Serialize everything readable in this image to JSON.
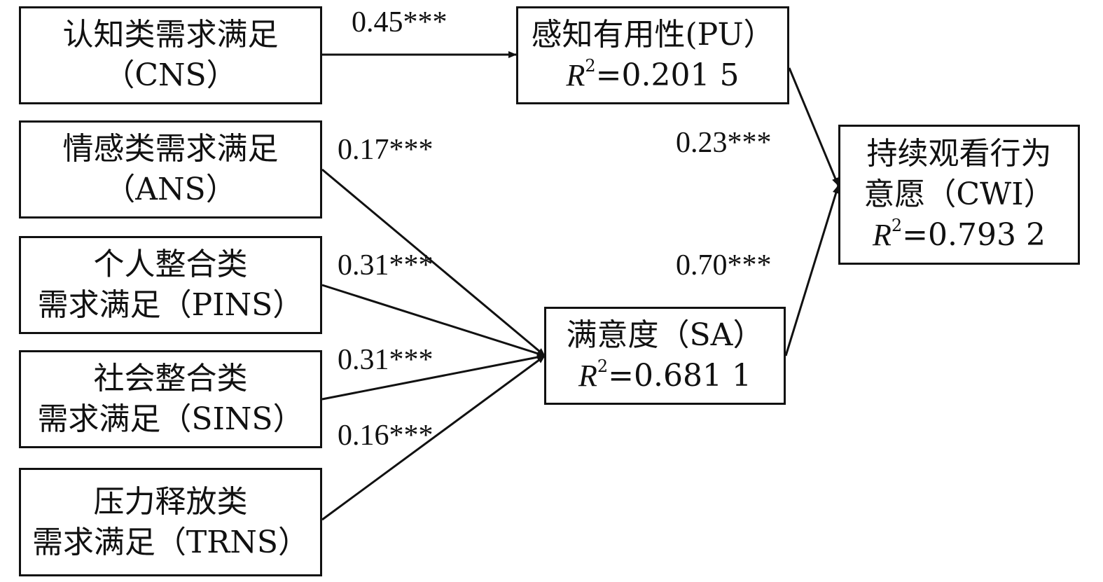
{
  "nodes": {
    "cns": {
      "line1": "认知类需求满足",
      "line2": "（CNS）"
    },
    "ans": {
      "line1": "情感类需求满足",
      "line2": "（ANS）"
    },
    "pins": {
      "line1": "个人整合类",
      "line2": "需求满足（PINS）"
    },
    "sins": {
      "line1": "社会整合类",
      "line2": "需求满足（SINS）"
    },
    "trns": {
      "line1": "压力释放类",
      "line2": "需求满足（TRNS）"
    },
    "pu": {
      "line1": "感知有用性(PU）",
      "r2_symbol": "R",
      "r2_sup": "2",
      "r2_value": "=0.201 5"
    },
    "sa": {
      "line1": "满意度（SA）",
      "r2_symbol": "R",
      "r2_sup": "2",
      "r2_value": "=0.681 1"
    },
    "cwi": {
      "line1": "持续观看行为",
      "line2": "意愿（CWI）",
      "r2_symbol": "R",
      "r2_sup": "2",
      "r2_value": "=0.793 2"
    }
  },
  "paths": {
    "cns_pu": "0.45***",
    "ans_sa": "0.17***",
    "pins_sa": "0.31***",
    "sins_sa": "0.31***",
    "trns_sa": "0.16***",
    "pu_cwi": "0.23***",
    "sa_cwi": "0.70***"
  }
}
